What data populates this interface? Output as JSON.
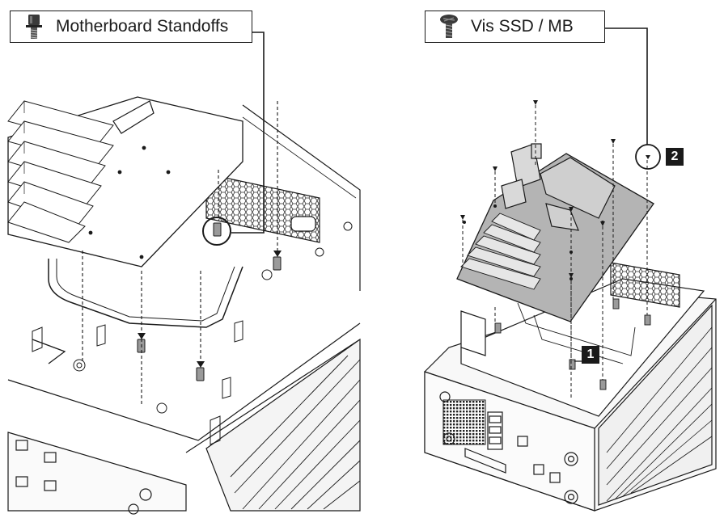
{
  "callouts": {
    "left": {
      "label": "Motherboard Standoffs",
      "icon": "standoff-icon"
    },
    "right": {
      "label": "Vis SSD / MB",
      "icon": "screw-icon"
    }
  },
  "steps": {
    "one": "1",
    "two": "2"
  },
  "colors": {
    "line": "#1a1a1a",
    "board": "#b4b4b4",
    "board_dark": "#8c8c8c",
    "chassis": "#f2f2f2"
  }
}
